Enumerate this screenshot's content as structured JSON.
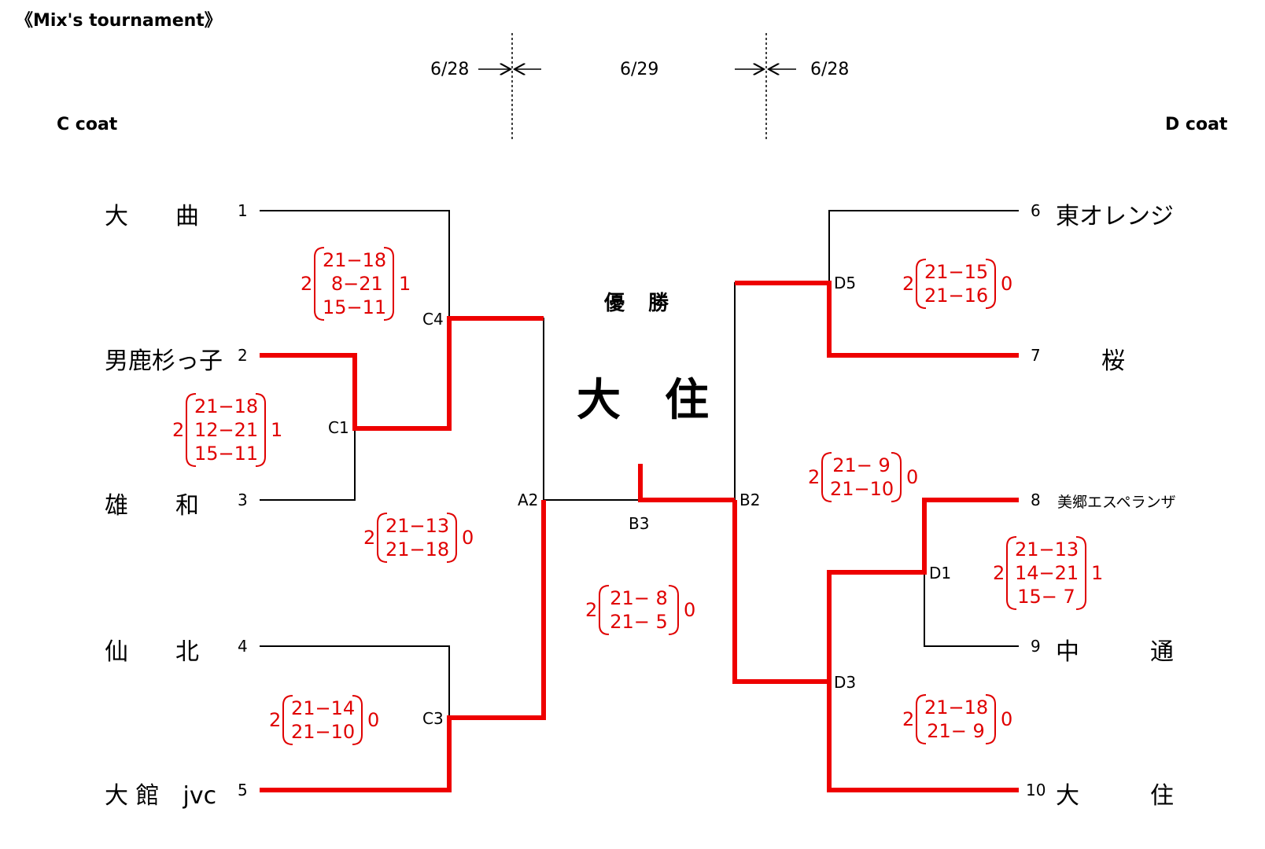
{
  "title": "《Mix's tournament》",
  "coats": {
    "left": "C coat",
    "right": "D coat"
  },
  "dates": {
    "left": "6/28",
    "center": "6/29",
    "right": "6/28"
  },
  "winner": {
    "label": "優　勝",
    "team": "大　住"
  },
  "teams": [
    {
      "seed": "1",
      "name": "大　　曲"
    },
    {
      "seed": "2",
      "name": "男鹿杉っ子"
    },
    {
      "seed": "3",
      "name": "雄　　和"
    },
    {
      "seed": "4",
      "name": "仙　　北"
    },
    {
      "seed": "5",
      "name": "大 館　jvc"
    },
    {
      "seed": "6",
      "name": "東オレンジ"
    },
    {
      "seed": "7",
      "name": "桜"
    },
    {
      "seed": "8",
      "name": "美郷エスペランザ"
    },
    {
      "seed": "9",
      "name": "中　　　通"
    },
    {
      "seed": "10",
      "name": "大　　　住"
    }
  ],
  "nodes": {
    "C1": "C1",
    "C4": "C4",
    "C3": "C3",
    "A2": "A2",
    "B3": "B3",
    "B2": "B2",
    "D5": "D5",
    "D1": "D1",
    "D3": "D3"
  },
  "scores": [
    {
      "match": "C4",
      "left": "2",
      "right": "1",
      "sets": [
        "21−18",
        " 8−21",
        "15−11"
      ]
    },
    {
      "match": "C1",
      "left": "2",
      "right": "1",
      "sets": [
        "21−18",
        "12−21",
        "15−11"
      ]
    },
    {
      "match": "A2",
      "left": "2",
      "right": "0",
      "sets": [
        "21−13",
        "21−18"
      ]
    },
    {
      "match": "C3",
      "left": "2",
      "right": "0",
      "sets": [
        "21−14",
        "21−10"
      ]
    },
    {
      "match": "B3",
      "left": "2",
      "right": "0",
      "sets": [
        "21− 8",
        "21− 5"
      ]
    },
    {
      "match": "D5",
      "left": "2",
      "right": "0",
      "sets": [
        "21−15",
        "21−16"
      ]
    },
    {
      "match": "B2",
      "left": "2",
      "right": "0",
      "sets": [
        "21− 9",
        "21−10"
      ]
    },
    {
      "match": "D1",
      "left": "2",
      "right": "1",
      "sets": [
        "21−13",
        "14−21",
        "15− 7"
      ]
    },
    {
      "match": "D3",
      "left": "2",
      "right": "0",
      "sets": [
        "21−18",
        "21− 9"
      ]
    }
  ],
  "colors": {
    "winner_line": "#ee0000",
    "line": "#000000",
    "score": "#e00000"
  }
}
